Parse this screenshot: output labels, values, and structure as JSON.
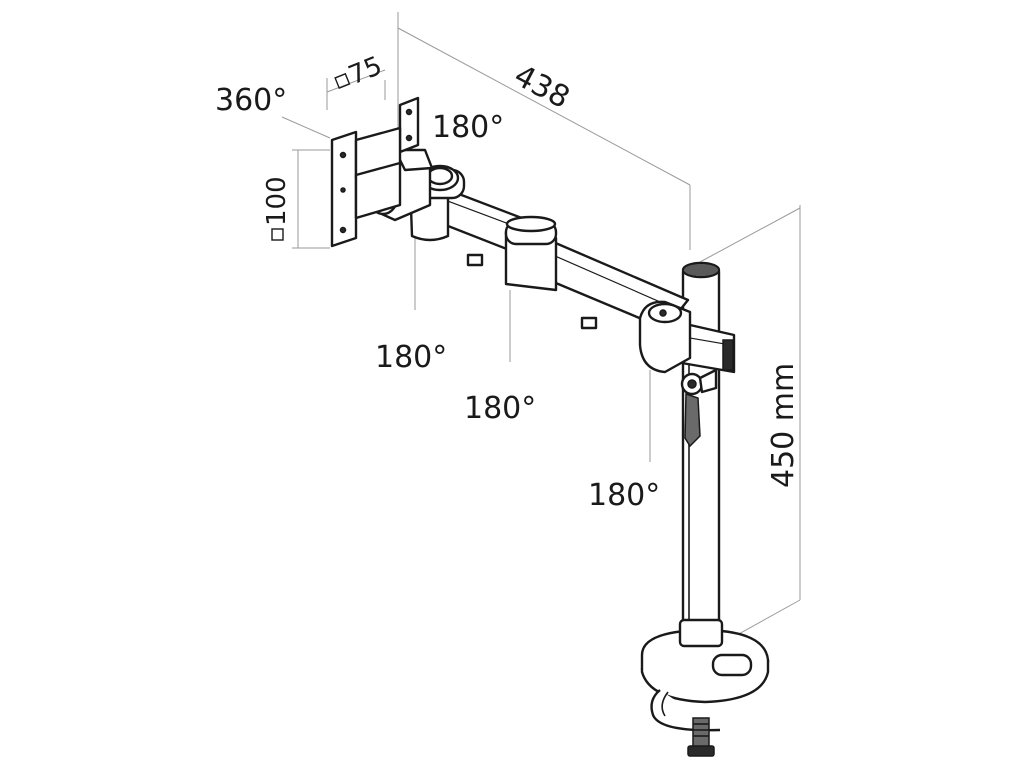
{
  "labels": {
    "plate_rotation": "360°",
    "vesa_small": "75",
    "vesa_large": "100",
    "arm_length": "438",
    "joint_head": "180°",
    "joint_arm_left": "180°",
    "joint_arm_middle": "180°",
    "joint_pole": "180°",
    "pole_height": "450 mm"
  },
  "symbols": {
    "square_mark": "square-symbol"
  }
}
